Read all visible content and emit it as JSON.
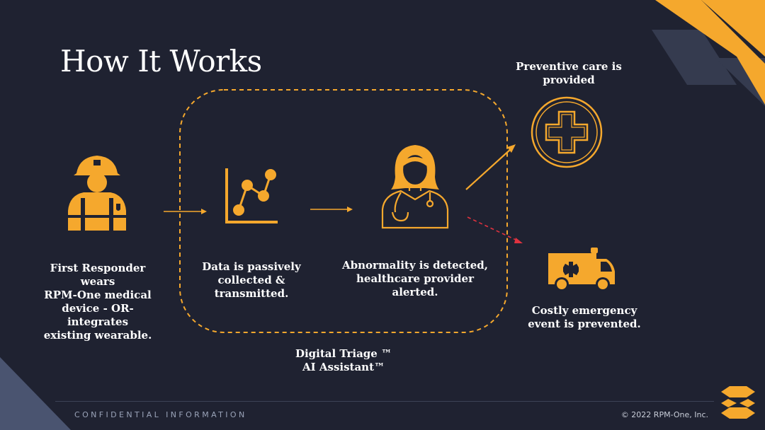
{
  "slide": {
    "title": "How It Works",
    "steps": [
      {
        "caption": "First Responder wears\nRPM-One medical\ndevice - OR- integrates\nexisting wearable.",
        "icon": "firefighter-icon"
      },
      {
        "caption": "Data is passively\ncollected & transmitted.",
        "icon": "line-chart-icon"
      },
      {
        "caption": "Abnormality is detected,\nhealthcare provider alerted.",
        "icon": "doctor-icon"
      }
    ],
    "outcomes": [
      {
        "caption": "Preventive care is\nprovided",
        "icon": "medical-cross-icon"
      },
      {
        "caption": "Costly emergency\nevent is prevented.",
        "icon": "ambulance-icon"
      }
    ],
    "triage_label": "Digital Triage ™\nAI Assistant™"
  },
  "footer": {
    "confidential": "CONFIDENTIAL INFORMATION",
    "copyright": "© 2022 RPM-One, Inc."
  },
  "colors": {
    "background": "#1f2231",
    "accent": "#f5a82d",
    "alert": "#e0323f",
    "decor": "#3a4256"
  }
}
